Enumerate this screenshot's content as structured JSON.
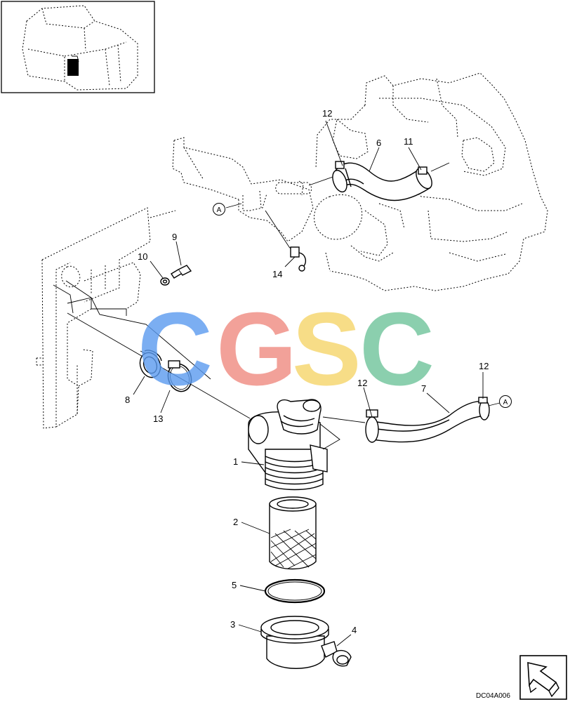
{
  "labels": {
    "l1": "1",
    "l2": "2",
    "l3": "3",
    "l4": "4",
    "l5": "5",
    "l6": "6",
    "l7": "7",
    "l8": "8",
    "l9": "9",
    "l10": "10",
    "l11": "11",
    "l12a": "12",
    "l12b": "12",
    "l12c": "12",
    "l13": "13",
    "l14": "14"
  },
  "connectors": {
    "a1": "A",
    "a2": "A"
  },
  "drawing_code": "DC04A006",
  "watermark": {
    "letters": [
      "C",
      "G",
      "S",
      "C"
    ],
    "colors": [
      "#5b9bf0",
      "#f08a80",
      "#f6d56a",
      "#6fc49a"
    ]
  },
  "icons": {
    "locator": "machine-locator-icon",
    "orientation": "orientation-arrow-icon"
  }
}
